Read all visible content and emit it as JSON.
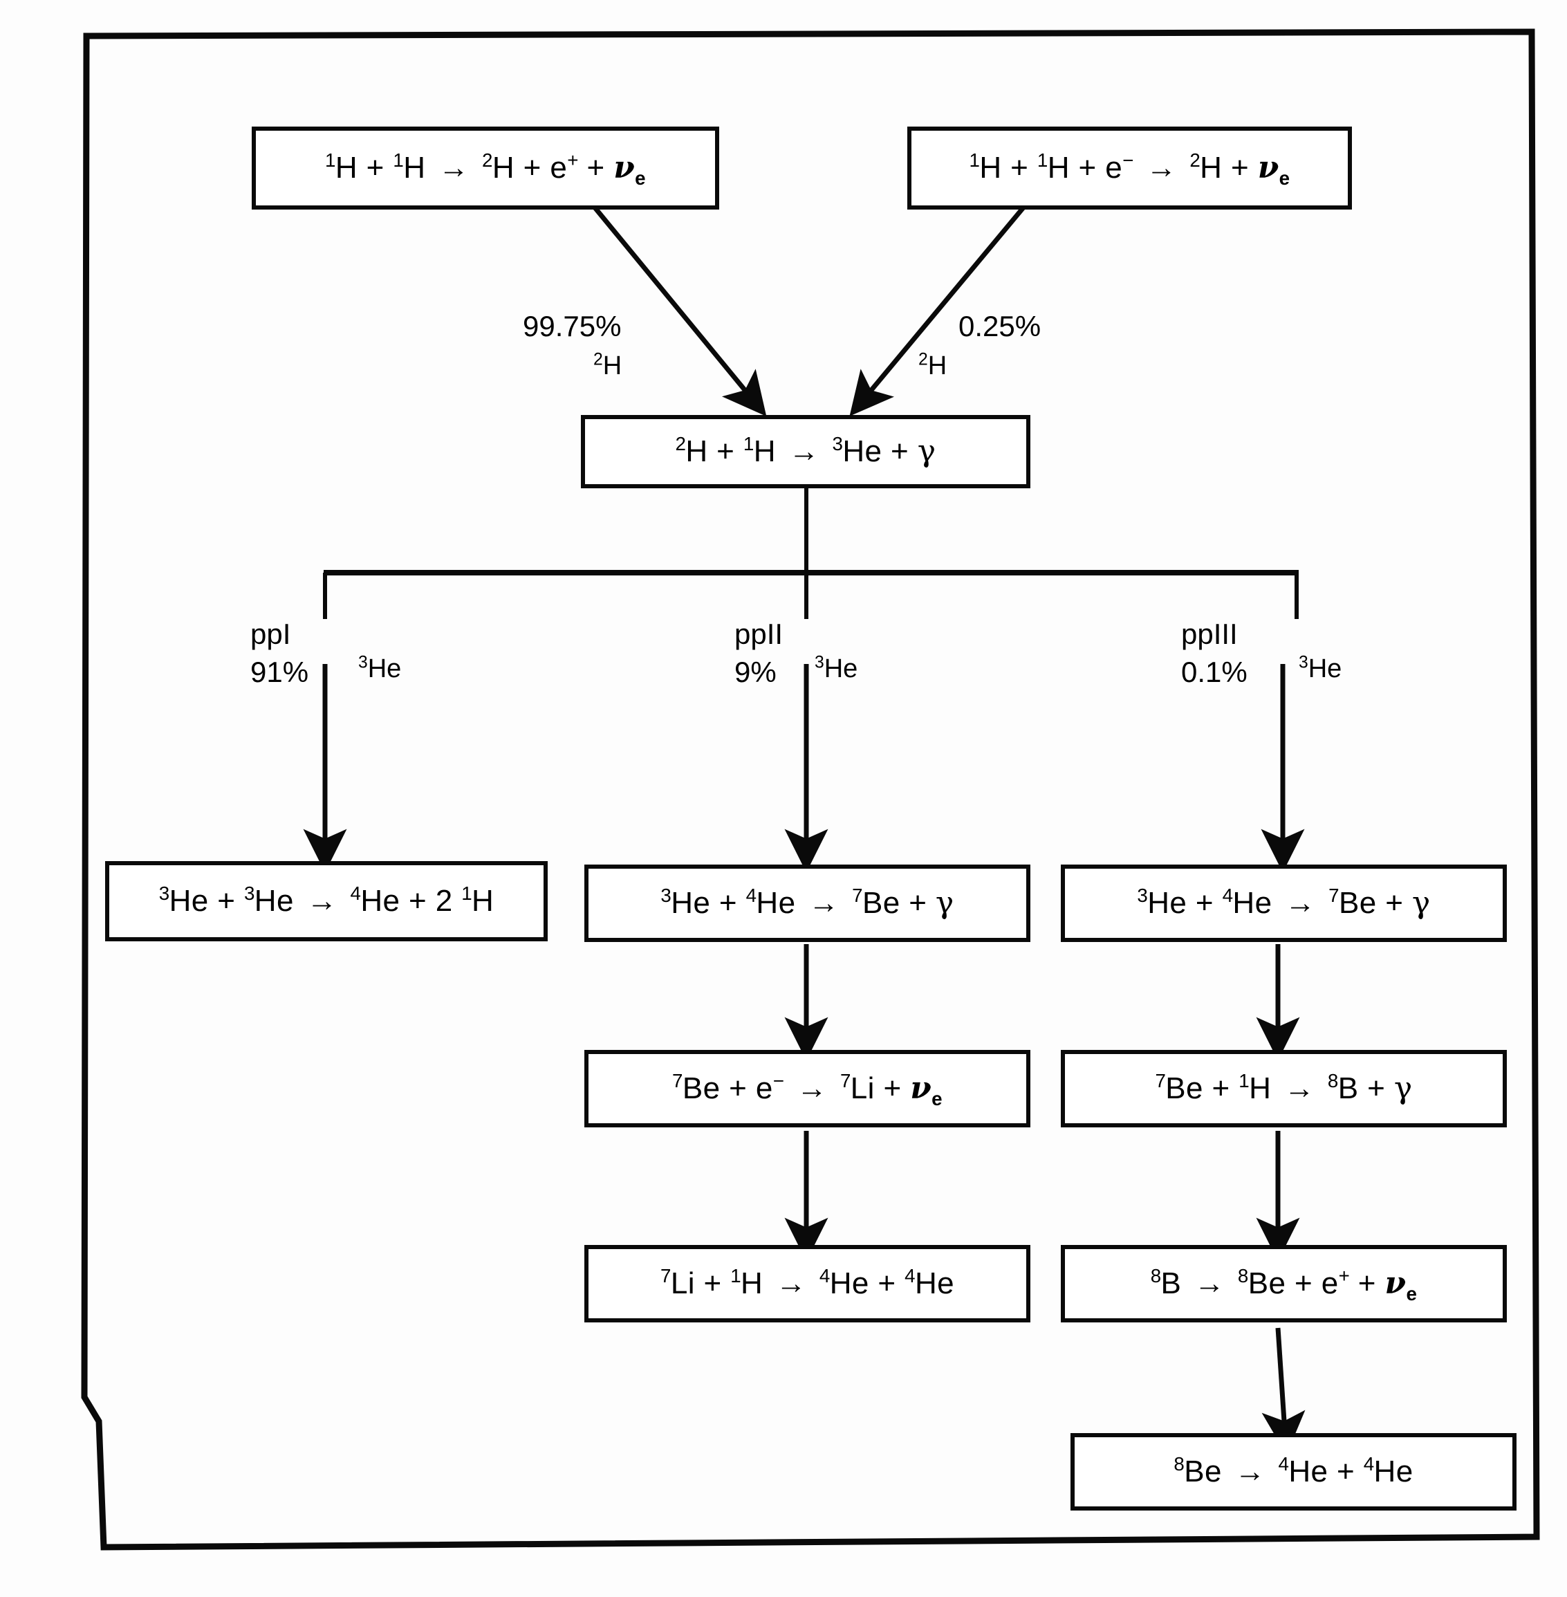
{
  "figure": {
    "subject": "proton-proton-chain",
    "ink_color": "#0a0a0a",
    "paper_color": "#fdfdfd"
  },
  "top_reactions": [
    {
      "id": "pp-reaction",
      "parts": [
        "1",
        "H + ",
        "1",
        "H ",
        "→",
        " ",
        "2",
        "H + e",
        "+",
        " + ",
        "ν",
        "e"
      ]
    },
    {
      "id": "pep-reaction",
      "parts": [
        "1",
        "H + ",
        "1",
        "H + e",
        "−",
        " ",
        "→",
        " ",
        "2",
        "H + ",
        "ν",
        "e"
      ]
    }
  ],
  "branch_fractions": [
    {
      "id": "pp-fraction",
      "percent": "99.75%",
      "species_mass": "2",
      "species_symbol": "H"
    },
    {
      "id": "pep-fraction",
      "percent": "0.25%",
      "species_mass": "2",
      "species_symbol": "H"
    }
  ],
  "deuterium_burning": {
    "id": "deuterium-burning-reaction",
    "label": "2H + 1H -> 3He + gamma"
  },
  "chains": [
    {
      "id": "ppI",
      "name": "ppI",
      "percent": "91%",
      "feed_species_mass": "3",
      "feed_species_symbol": "He",
      "steps": [
        {
          "id": "ppI-step-1",
          "label": "3He + 3He -> 4He + 2 1H"
        }
      ]
    },
    {
      "id": "ppII",
      "name": "ppII",
      "percent": "9%",
      "feed_species_mass": "3",
      "feed_species_symbol": "He",
      "steps": [
        {
          "id": "ppII-step-1",
          "label": "3He + 4He -> 7Be + gamma"
        },
        {
          "id": "ppII-step-2",
          "label": "7Be + e- -> 7Li + nu_e"
        },
        {
          "id": "ppII-step-3",
          "label": "7Li + 1H -> 4He + 4He"
        }
      ]
    },
    {
      "id": "ppIII",
      "name": "ppIII",
      "percent": "0.1%",
      "feed_species_mass": "3",
      "feed_species_symbol": "He",
      "steps": [
        {
          "id": "ppIII-step-1",
          "label": "3He + 4He -> 7Be + gamma"
        },
        {
          "id": "ppIII-step-2",
          "label": "7Be + 1H -> 8B + gamma"
        },
        {
          "id": "ppIII-step-3",
          "label": "8B -> 8Be + e+ + nu_e"
        },
        {
          "id": "ppIII-step-4",
          "label": "8Be -> 4He + 4He"
        }
      ]
    }
  ],
  "equation_text": {
    "pp": "1H + 1H → 2H + e+ + νe",
    "pep": "1H + 1H + e− → 2H + νe",
    "d_burn": "2H + 1H → 3He + γ",
    "ppI_1": "3He + 3He → 4He + 2 1H",
    "ppII_1": "3He + 4He → 7Be + γ",
    "ppII_2": "7Be + e− → 7Li + νe",
    "ppII_3": "7Li + 1H → 4He + 4He",
    "ppIII_1": "3He + 4He → 7Be + γ",
    "ppIII_2": "7Be + 1H → 8B + γ",
    "ppIII_3": "8B → 8Be + e+ + νe",
    "ppIII_4": "8Be → 4He + 4He"
  }
}
